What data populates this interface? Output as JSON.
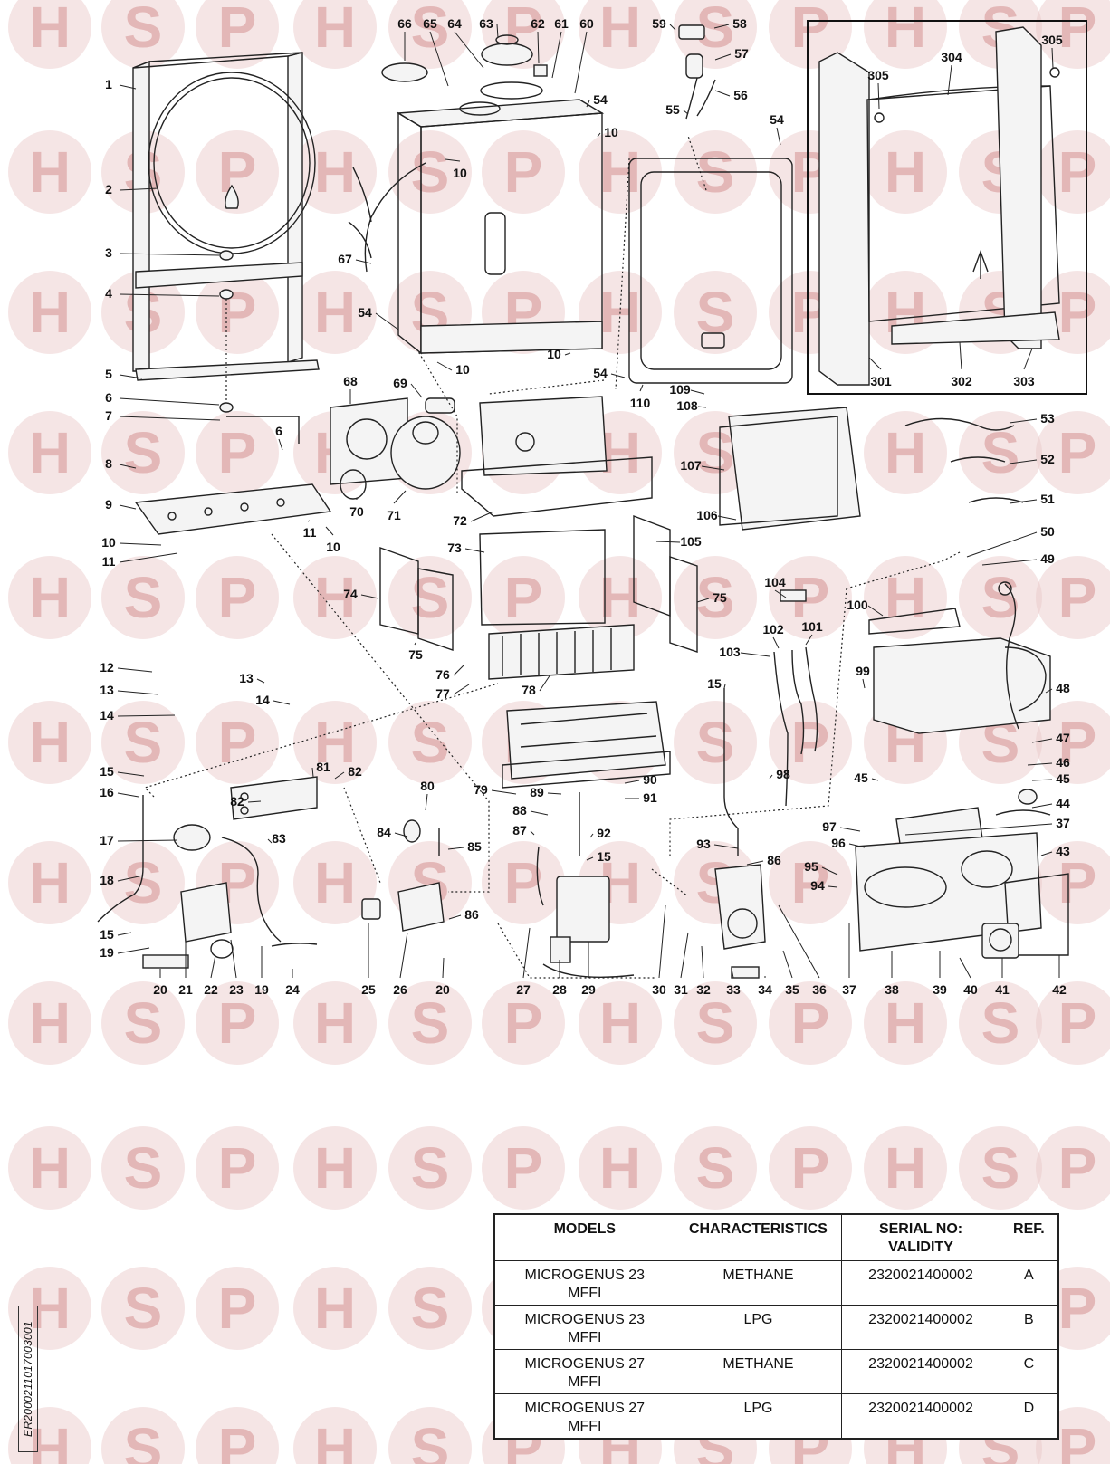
{
  "diagram": {
    "callouts": [
      "1",
      "2",
      "3",
      "4",
      "5",
      "6",
      "7",
      "8",
      "9",
      "10",
      "11",
      "12",
      "13",
      "14",
      "15",
      "16",
      "17",
      "18",
      "19",
      "20",
      "21",
      "22",
      "23",
      "24",
      "25",
      "26",
      "27",
      "28",
      "29",
      "30",
      "31",
      "32",
      "33",
      "34",
      "35",
      "36",
      "37",
      "38",
      "39",
      "40",
      "41",
      "42",
      "43",
      "44",
      "45",
      "46",
      "47",
      "48",
      "49",
      "50",
      "51",
      "52",
      "53",
      "54",
      "55",
      "56",
      "57",
      "58",
      "59",
      "60",
      "61",
      "62",
      "63",
      "64",
      "65",
      "66",
      "67",
      "68",
      "69",
      "70",
      "71",
      "72",
      "73",
      "74",
      "75",
      "76",
      "77",
      "78",
      "79",
      "80",
      "81",
      "82",
      "83",
      "84",
      "85",
      "86",
      "87",
      "88",
      "89",
      "90",
      "91",
      "92",
      "93",
      "94",
      "95",
      "96",
      "97",
      "98",
      "99",
      "100",
      "101",
      "102",
      "103",
      "104",
      "105",
      "106",
      "107",
      "108",
      "109",
      "110",
      "301",
      "302",
      "303",
      "304",
      "305"
    ],
    "watermark_letters": [
      "H",
      "S",
      "P"
    ],
    "watermark_color": "#e9c6c6"
  },
  "document_code": "ER2000211017003001",
  "models_table": {
    "headers": [
      {
        "line1": "MODELS",
        "line2": ""
      },
      {
        "line1": "CHARACTERISTICS",
        "line2": ""
      },
      {
        "line1": "SERIAL NO:",
        "line2": "VALIDITY"
      },
      {
        "line1": "REF.",
        "line2": ""
      }
    ],
    "rows": [
      {
        "model_line1": "MICROGENUS 23",
        "model_line2": "MFFI",
        "characteristics": "METHANE",
        "serial": "2320021400002",
        "ref": "A"
      },
      {
        "model_line1": "MICROGENUS 23",
        "model_line2": "MFFI",
        "characteristics": "LPG",
        "serial": "2320021400002",
        "ref": "B"
      },
      {
        "model_line1": "MICROGENUS 27",
        "model_line2": "MFFI",
        "characteristics": "METHANE",
        "serial": "2320021400002",
        "ref": "C"
      },
      {
        "model_line1": "MICROGENUS 27",
        "model_line2": "MFFI",
        "characteristics": "LPG",
        "serial": "2320021400002",
        "ref": "D"
      }
    ]
  }
}
